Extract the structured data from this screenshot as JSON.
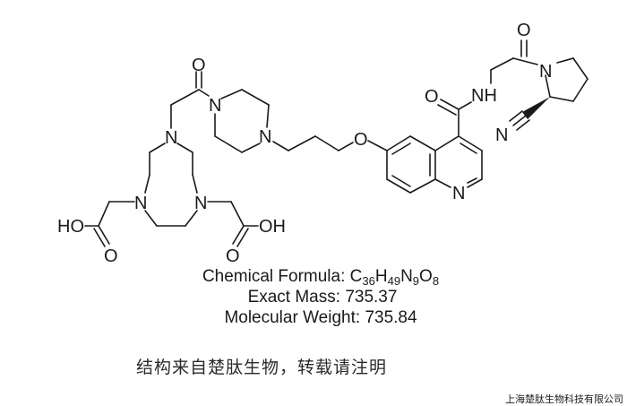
{
  "compound": {
    "formula_label": "Chemical Formula: ",
    "formula_parts": [
      {
        "element": "C",
        "count": "36"
      },
      {
        "element": "H",
        "count": "49"
      },
      {
        "element": "N",
        "count": "9"
      },
      {
        "element": "O",
        "count": "8"
      }
    ],
    "exact_mass_label": "Exact Mass: ",
    "exact_mass": "735.37",
    "molecular_weight_label": "Molecular Weight: ",
    "molecular_weight": "735.84"
  },
  "atom_labels": {
    "n_macrocycle_top": "N",
    "n_macrocycle_left": "N",
    "n_macrocycle_right": "N",
    "o_acyl": "O",
    "n_piperazine_1": "N",
    "n_piperazine_4": "N",
    "ho_left": "HO",
    "o_left_carbonyl": "O",
    "oh_right": "OH",
    "o_right_carbonyl": "O",
    "o_ether": "O",
    "n_quinoline": "N",
    "o_amide": "O",
    "nh_amide": "NH",
    "o_glycyl": "O",
    "n_pyrrolidine": "N",
    "n_nitrile": "N"
  },
  "footer": {
    "notice": "结构来自楚肽生物，转载请注明",
    "company": "上海楚肽生物科技有限公司"
  }
}
